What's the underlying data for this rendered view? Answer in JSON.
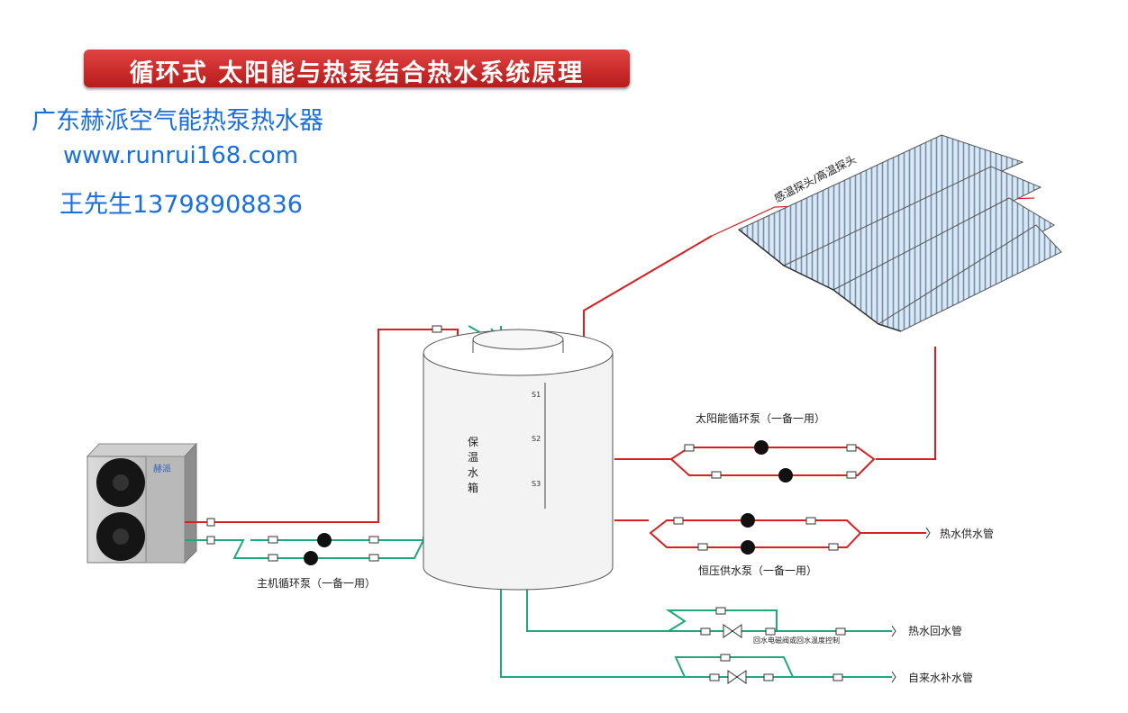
{
  "title": "循环式 太阳能与热泵结合热水系统原理",
  "company": {
    "name": "广东赫派空气能热泵热水器",
    "website": "www.runrui168.com",
    "contact": "王先生13798908836"
  },
  "heat_pump": {
    "brand": "赫派"
  },
  "tank": {
    "label": [
      "保",
      "温",
      "水",
      "箱"
    ],
    "sensors": [
      "S1",
      "S2",
      "S3"
    ]
  },
  "solar": {
    "probe_label": "感温探头/高温探头"
  },
  "labels": {
    "solar_pump": "太阳能循环泵（一备一用）",
    "host_pump": "主机循环泵（一备一用）",
    "const_pump": "恒压供水泵（一备一用）",
    "hot_supply": "热水供水管",
    "hot_return": "热水回水管",
    "tap_water": "自来水补水管",
    "return_valve": "回水电磁阀或回水温度控制"
  },
  "colors": {
    "hot_pipe": "#d82020",
    "cold_pipe": "#1fa87a",
    "banner": "#c62828",
    "company_text": "#1a6fe0"
  }
}
